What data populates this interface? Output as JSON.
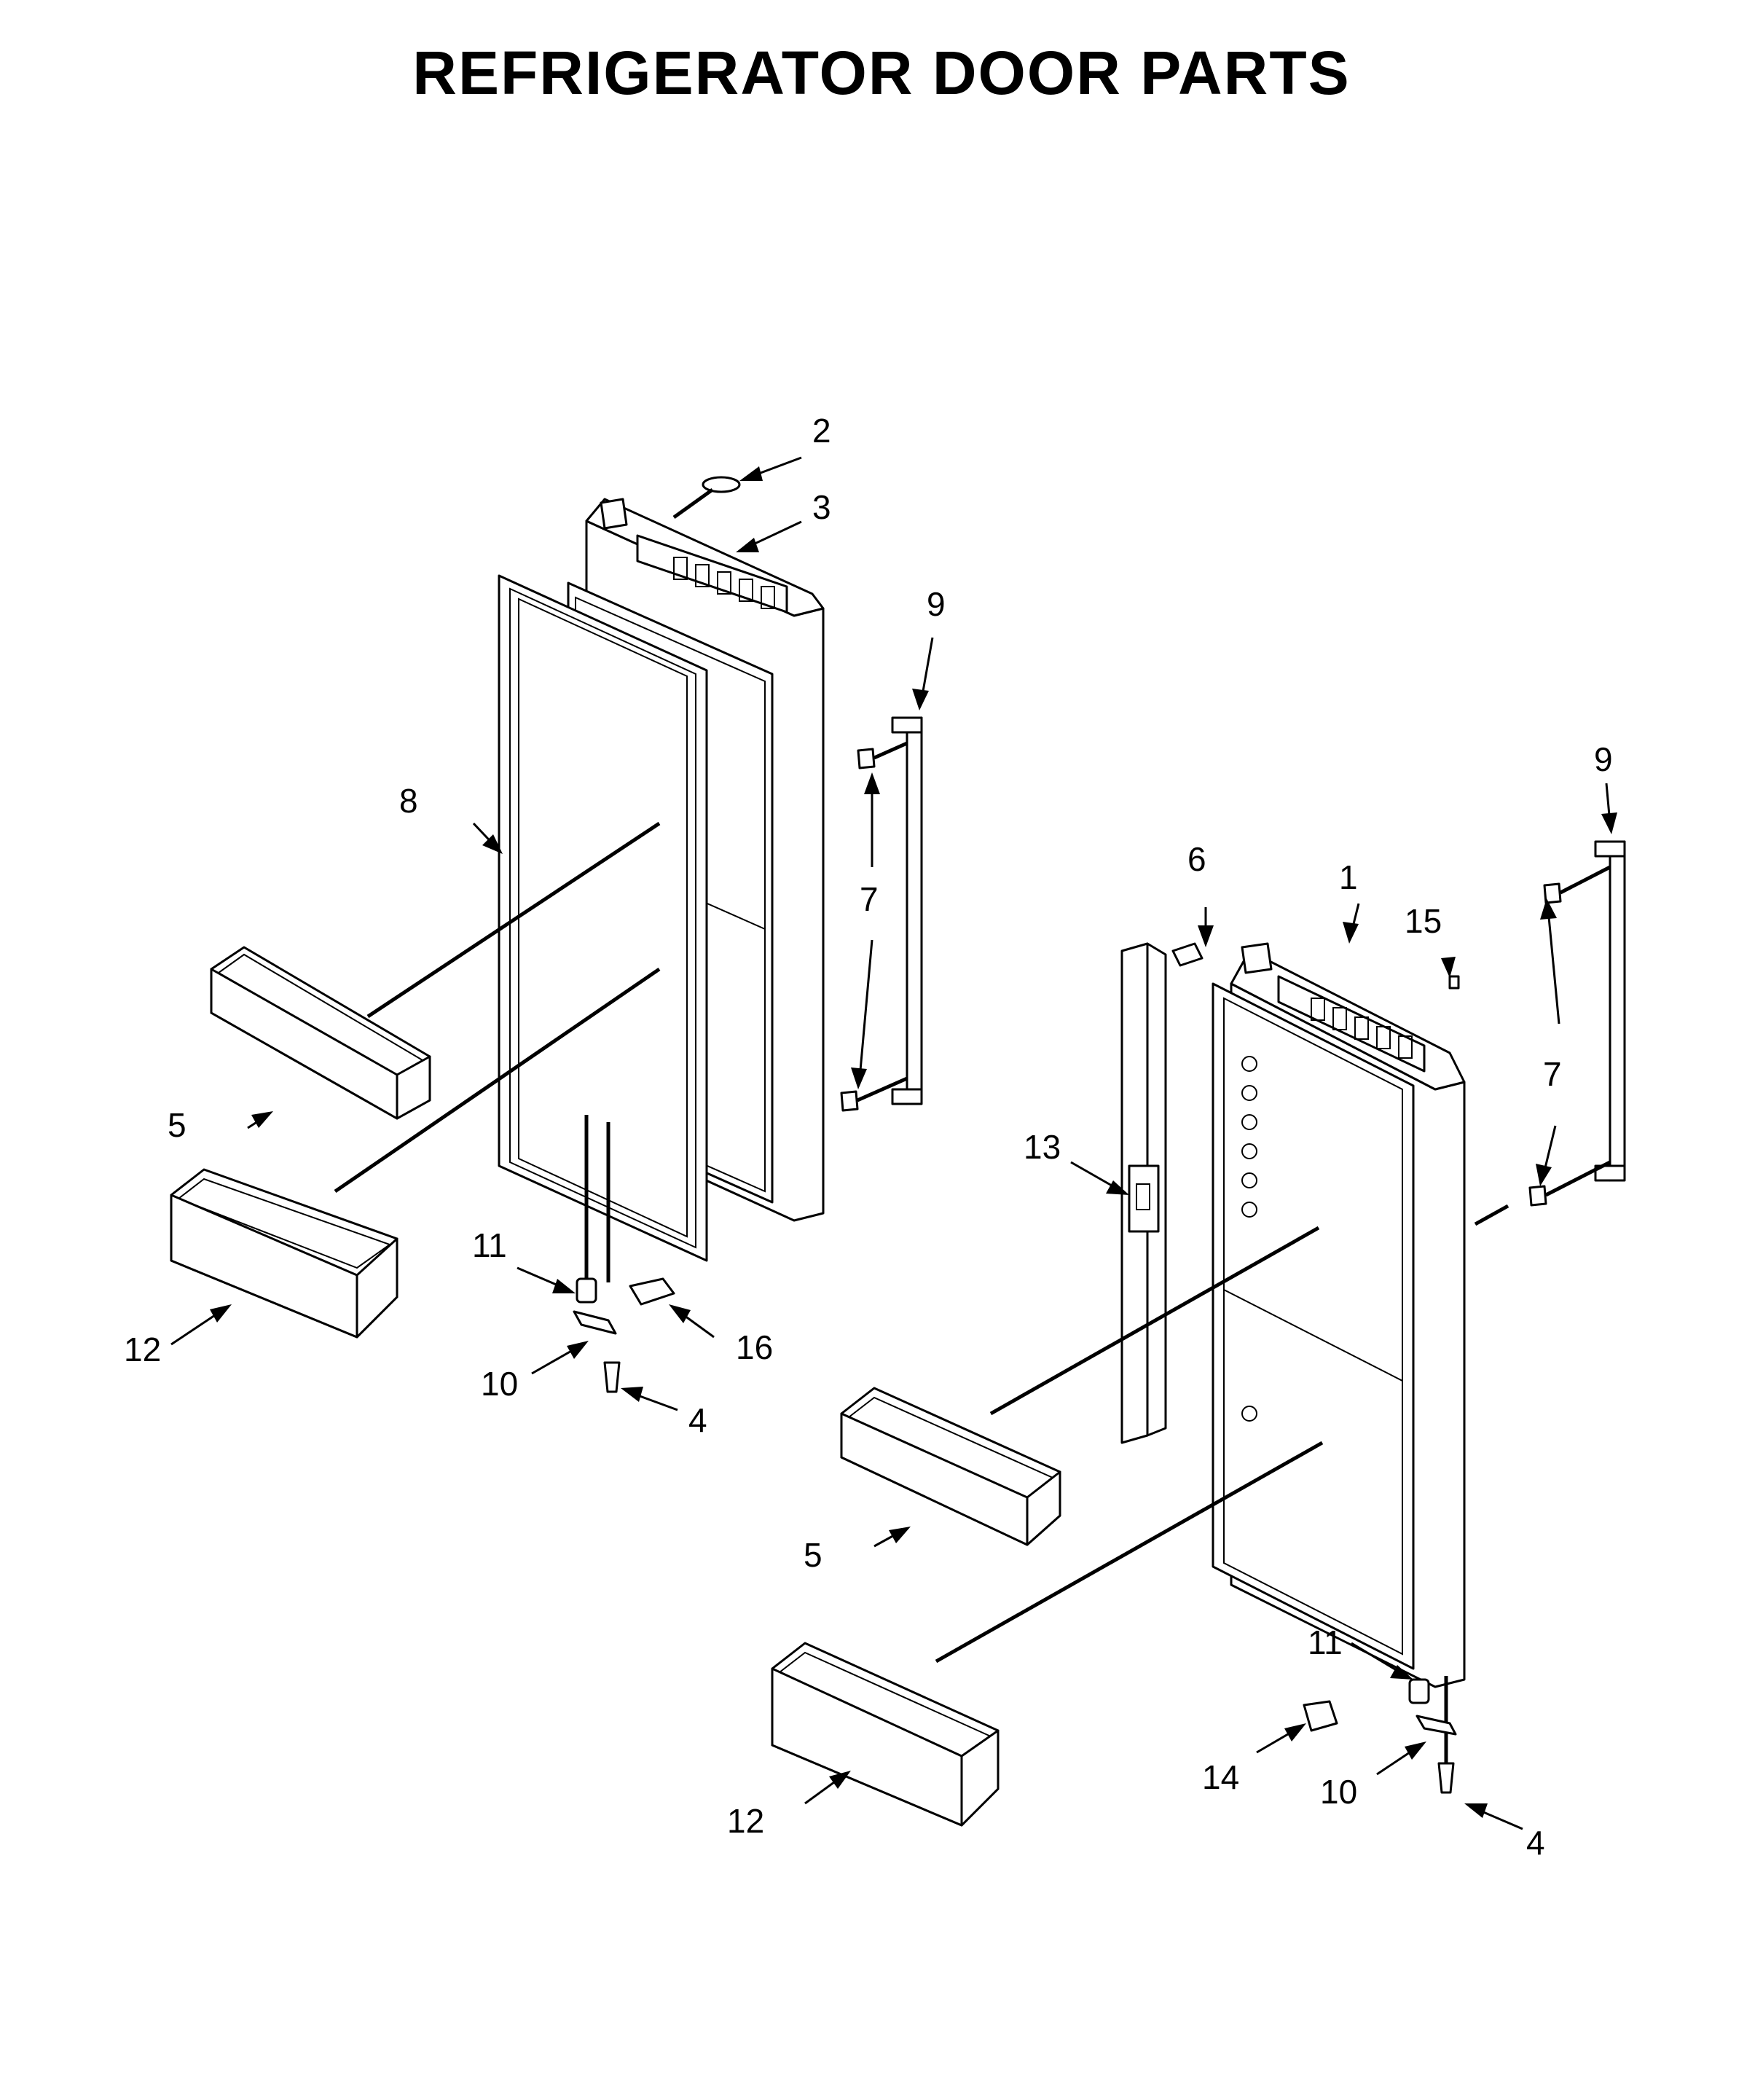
{
  "title": "REFRIGERATOR DOOR PARTS",
  "labels": {
    "p1": "1",
    "p2": "2",
    "p3": "3",
    "p4_left": "4",
    "p4_right": "4",
    "p5_left": "5",
    "p5_right": "5",
    "p6": "6",
    "p7_left": "7",
    "p7_right": "7",
    "p8": "8",
    "p9_left": "9",
    "p9_right": "9",
    "p10_left": "10",
    "p10_right": "10",
    "p11_left": "11",
    "p11_right": "11",
    "p12_left": "12",
    "p12_right": "12",
    "p13": "13",
    "p14": "14",
    "p15": "15",
    "p16": "16"
  }
}
